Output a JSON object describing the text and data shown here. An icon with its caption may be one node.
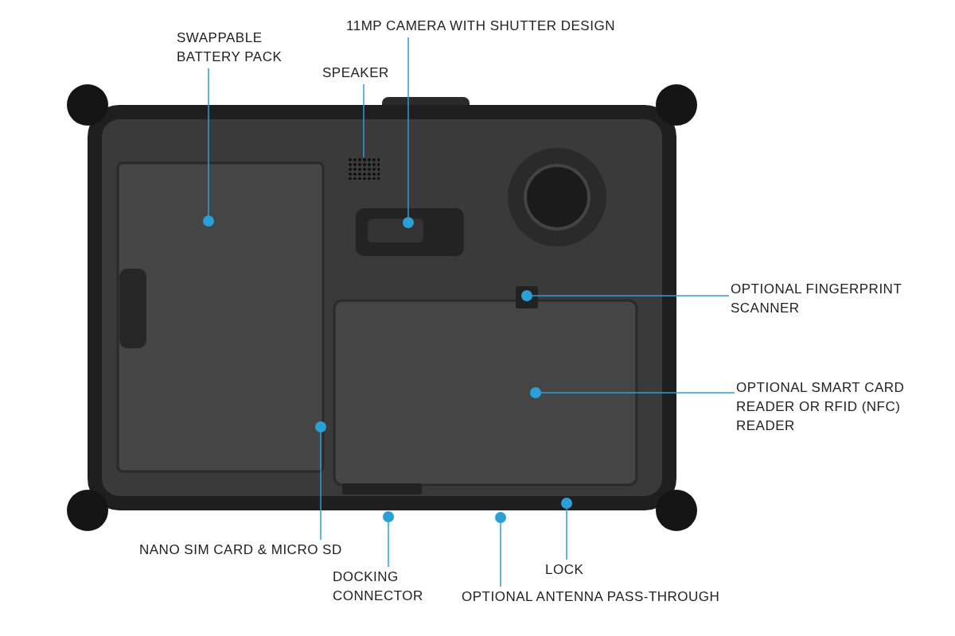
{
  "diagram": {
    "nodes": [
      {
        "text": [
          "SWAPPABLE BATTERY PACK"
        ]
      },
      {
        "text": [],
        "shape": "circle"
      },
      {
        "text": [
          "SPEAKER"
        ]
      },
      {
        "text": [],
        "shape": "box"
      },
      {
        "text": [
          "11MP CAMERA WITH SHUTTER DESIGN"
        ]
      },
      {
        "text": [],
        "shape": "circle"
      },
      {
        "text": [
          "OPTIONAL FINGERPRINT SCANNER"
        ]
      },
      {
        "text": [],
        "shape": "circle"
      },
      {
        "text": [
          "OPTIONAL SMART CARD READER OR RFID (NFC) READER"
        ]
      },
      {
        "text": [],
        "shape": "circle"
      },
      {
        "text": [
          "NANO SIM CARD & MICRO SD"
        ]
      },
      {
        "text": [],
        "shape": "circle"
      },
      {
        "text": [
          "DOCKING CONNECTOR"
        ]
      },
      {
        "text": [],
        "shape": "circle"
      },
      {
        "text": [
          "OPTIONAL ANTENNA PASS-THROUGH"
        ]
      },
      {
        "text": [],
        "shape": "circle"
      },
      {
        "text": [
          "LOCK"
        ]
      },
      {
        "text": [],
        "shape": "circle"
      }
    ],
    "edges": [
      {
        "from": 0,
        "to": 1,
        "arrow": "none"
      },
      {
        "from": 2,
        "to": 3,
        "arrow": "none"
      },
      {
        "from": 4,
        "to": 5,
        "arrow": "none"
      },
      {
        "from": 6,
        "to": 7,
        "arrow": "none"
      },
      {
        "from": 8,
        "to": 9,
        "arrow": "none"
      },
      {
        "from": 10,
        "to": 11,
        "arrow": "none"
      },
      {
        "from": 12,
        "to": 13,
        "arrow": "none"
      },
      {
        "from": 14,
        "to": 15,
        "arrow": "none"
      },
      {
        "from": 16,
        "to": 17,
        "arrow": "none"
      }
    ]
  }
}
